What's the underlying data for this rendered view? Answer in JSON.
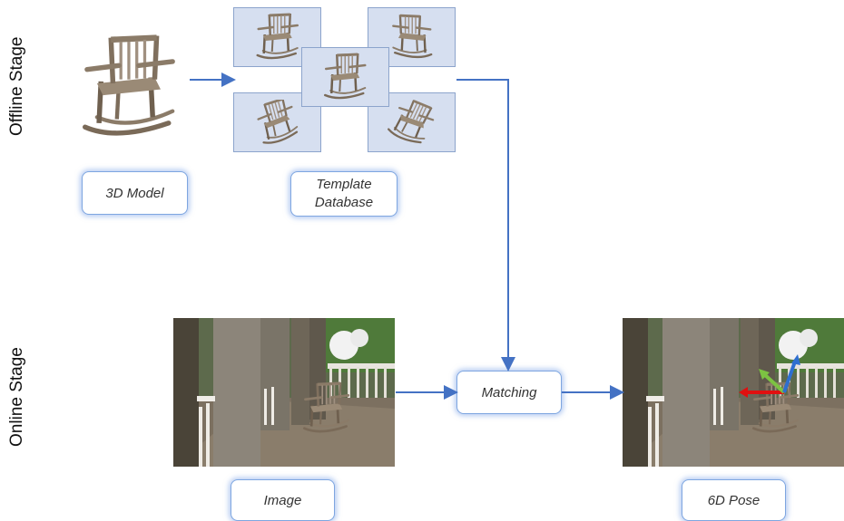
{
  "stages": {
    "offline": "Offline Stage",
    "online": "Online Stage"
  },
  "labels": {
    "model": "3D Model",
    "template_line1": "Template",
    "template_line2": "Database",
    "matching": "Matching",
    "image": "Image",
    "pose": "6D Pose"
  },
  "colors": {
    "arrow": "#4472c4",
    "tile_fill": "#d6dff0",
    "label_glow": "#7ea6e0",
    "axis_x": "#e01010",
    "axis_y": "#7cc242",
    "axis_z": "#2f6fd0"
  }
}
